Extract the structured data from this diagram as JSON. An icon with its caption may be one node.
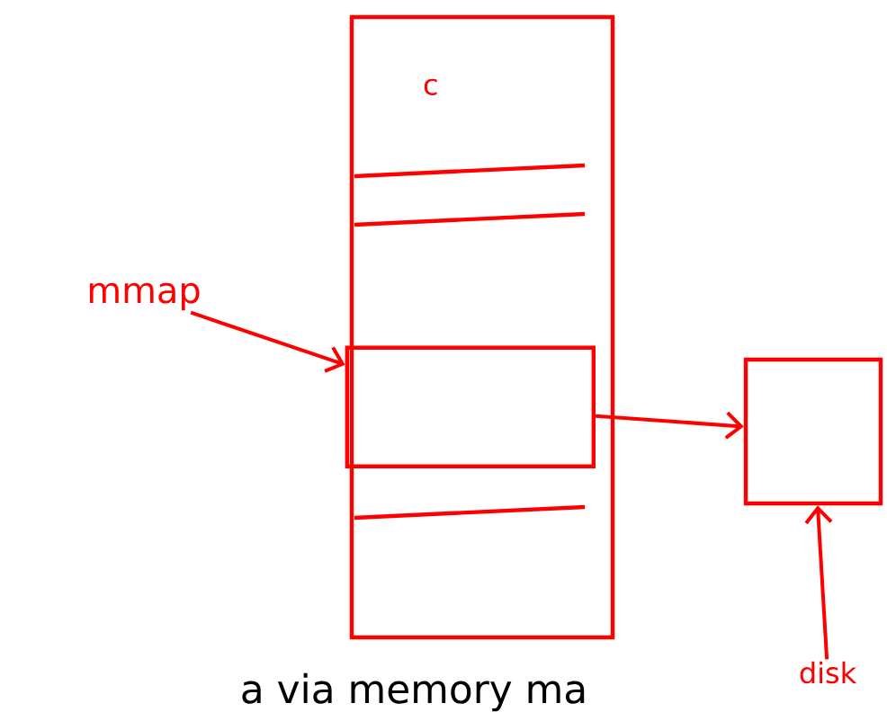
{
  "diagram": {
    "nodes": [
      {
        "text": [
          "mmap"
        ]
      },
      {
        "text": [],
        "shape": "box"
      },
      {
        "text": [
          "c"
        ],
        "in": 1
      },
      {
        "text": [],
        "shape": "box",
        "in": 1
      },
      {
        "text": [],
        "shape": "box"
      },
      {
        "text": [
          "disk"
        ]
      }
    ],
    "edges": [
      {
        "from": 0,
        "to": 3,
        "arrow": "to"
      },
      {
        "from": 3,
        "to": 4,
        "arrow": "to"
      },
      {
        "from": 5,
        "to": 4,
        "arrow": "to"
      }
    ],
    "labels": [
      "a via memory ma"
    ]
  }
}
